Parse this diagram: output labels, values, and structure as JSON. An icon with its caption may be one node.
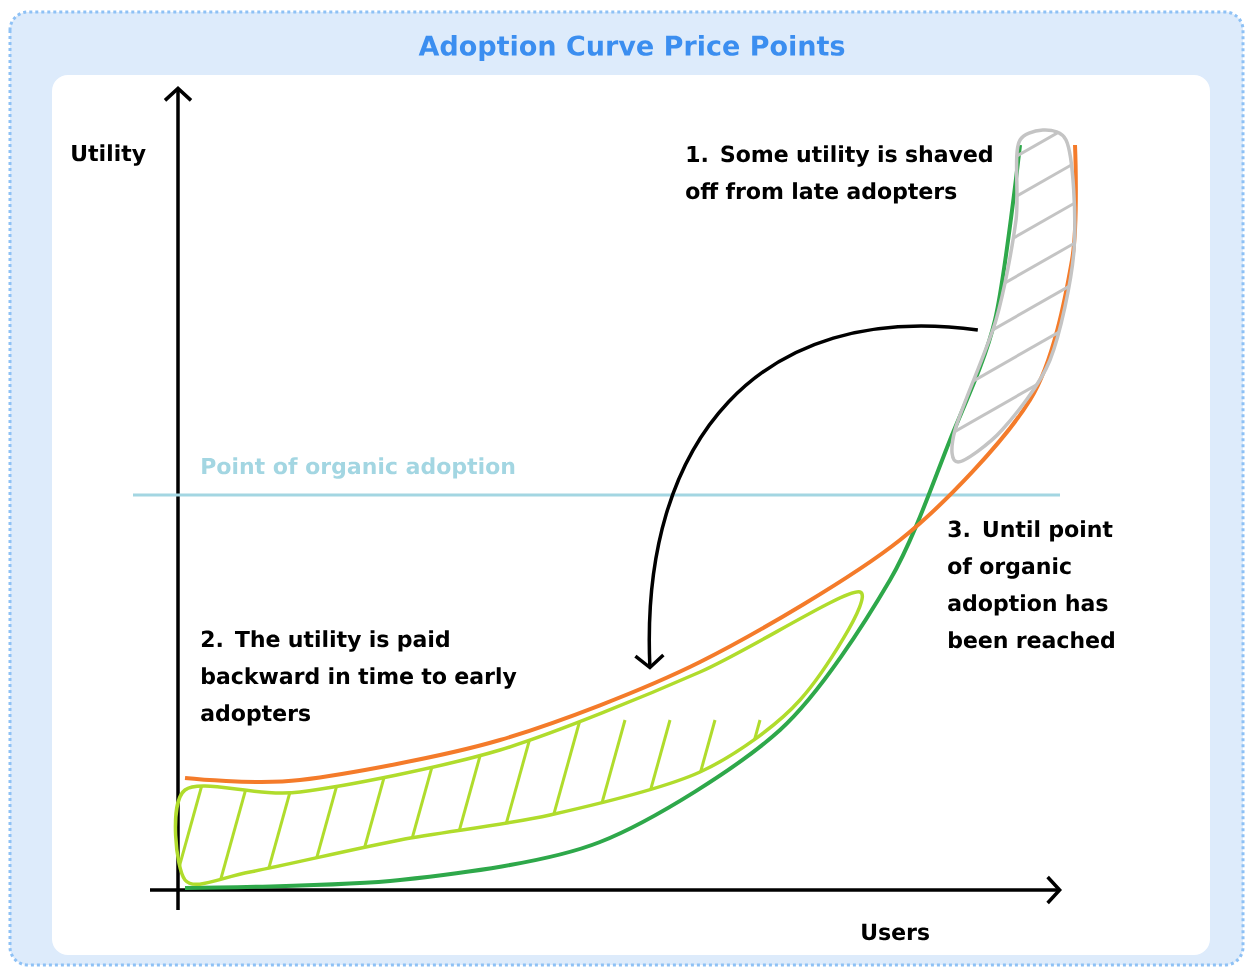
{
  "diagram": {
    "title": "Adoption Curve Price Points",
    "nodes": [
      {
        "text": [],
        "shape": "picture"
      },
      {
        "text": [],
        "shape": "picture"
      }
    ],
    "edges": [
      {
        "from": 0,
        "to": 1,
        "arrow": "to"
      }
    ],
    "labels": [
      "Utility",
      "1. Some utility is shaved off from late adopters",
      "Point of organic adoption",
      "3. Until point of organic adoption has been reached",
      "2. The utility is paid backward in time to early adopters",
      "Users"
    ]
  }
}
